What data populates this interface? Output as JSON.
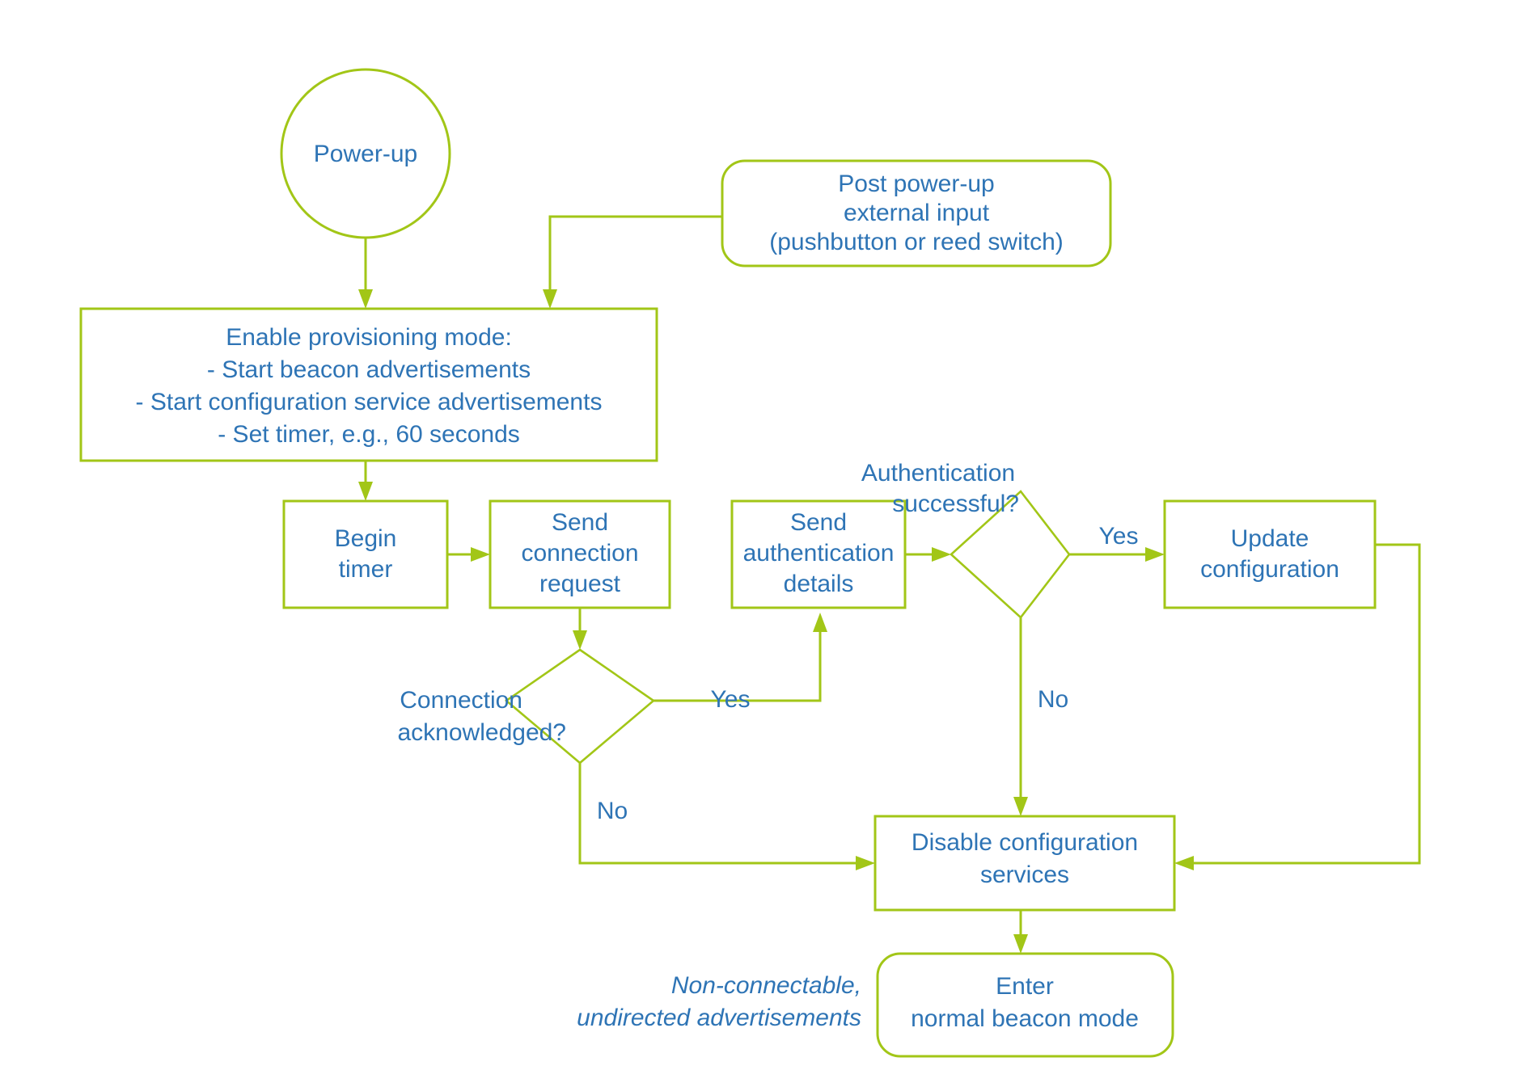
{
  "diagram": {
    "title": "Beacon provisioning flow",
    "colors": {
      "stroke": "#A2C617",
      "text": "#2E74B5",
      "background": "#FFFFFF"
    },
    "nodes": {
      "power_up": {
        "shape": "circle",
        "lines": [
          "Power-up"
        ]
      },
      "post_power_up": {
        "shape": "rounded-rect",
        "lines": [
          "Post power-up",
          "external input",
          "(pushbutton or reed switch)"
        ]
      },
      "enable_provisioning": {
        "shape": "rect",
        "lines": [
          "Enable provisioning mode:",
          "- Start beacon advertisements",
          "- Start configuration service advertisements",
          "- Set timer, e.g., 60 seconds"
        ]
      },
      "begin_timer": {
        "shape": "rect",
        "lines": [
          "Begin",
          "timer"
        ]
      },
      "send_connection_request": {
        "shape": "rect",
        "lines": [
          "Send",
          "connection",
          "request"
        ]
      },
      "connection_acknowledged": {
        "shape": "diamond",
        "lines": [
          "Connection",
          "acknowledged?"
        ]
      },
      "send_authentication_details": {
        "shape": "rect",
        "lines": [
          "Send",
          "authentication",
          "details"
        ]
      },
      "authentication_successful": {
        "shape": "diamond",
        "lines": [
          "Authentication",
          "successful?"
        ]
      },
      "update_configuration": {
        "shape": "rect",
        "lines": [
          "Update",
          "configuration"
        ]
      },
      "disable_configuration_services": {
        "shape": "rect",
        "lines": [
          "Disable configuration",
          "services"
        ]
      },
      "enter_normal_beacon_mode": {
        "shape": "rounded-rect",
        "lines": [
          "Enter",
          "normal beacon mode"
        ]
      }
    },
    "annotations": {
      "non_connectable_note": {
        "lines": [
          "Non-connectable,",
          "undirected advertisements"
        ],
        "style": "italic"
      }
    },
    "edge_labels": {
      "connection_yes": "Yes",
      "connection_no": "No",
      "auth_yes": "Yes",
      "auth_no": "No"
    }
  },
  "chart_data": {
    "type": "flowchart",
    "title": "Beacon provisioning flow",
    "nodes": [
      {
        "id": "power_up",
        "label": "Power-up",
        "shape": "circle"
      },
      {
        "id": "post_power_up",
        "label": "Post power-up external input (pushbutton or reed switch)",
        "shape": "rounded-rect"
      },
      {
        "id": "enable_provisioning",
        "label": "Enable provisioning mode: - Start beacon advertisements - Start configuration service advertisements - Set timer, e.g., 60 seconds",
        "shape": "rect"
      },
      {
        "id": "begin_timer",
        "label": "Begin timer",
        "shape": "rect"
      },
      {
        "id": "send_connection_request",
        "label": "Send connection request",
        "shape": "rect"
      },
      {
        "id": "connection_acknowledged",
        "label": "Connection acknowledged?",
        "shape": "diamond"
      },
      {
        "id": "send_authentication_details",
        "label": "Send authentication details",
        "shape": "rect"
      },
      {
        "id": "authentication_successful",
        "label": "Authentication successful?",
        "shape": "diamond"
      },
      {
        "id": "update_configuration",
        "label": "Update configuration",
        "shape": "rect"
      },
      {
        "id": "disable_configuration_services",
        "label": "Disable configuration services",
        "shape": "rect"
      },
      {
        "id": "enter_normal_beacon_mode",
        "label": "Enter normal beacon mode",
        "shape": "rounded-rect"
      }
    ],
    "edges": [
      {
        "from": "power_up",
        "to": "enable_provisioning",
        "label": ""
      },
      {
        "from": "post_power_up",
        "to": "enable_provisioning",
        "label": ""
      },
      {
        "from": "enable_provisioning",
        "to": "begin_timer",
        "label": ""
      },
      {
        "from": "begin_timer",
        "to": "send_connection_request",
        "label": ""
      },
      {
        "from": "send_connection_request",
        "to": "connection_acknowledged",
        "label": ""
      },
      {
        "from": "connection_acknowledged",
        "to": "send_authentication_details",
        "label": "Yes"
      },
      {
        "from": "connection_acknowledged",
        "to": "disable_configuration_services",
        "label": "No"
      },
      {
        "from": "send_authentication_details",
        "to": "authentication_successful",
        "label": ""
      },
      {
        "from": "authentication_successful",
        "to": "update_configuration",
        "label": "Yes"
      },
      {
        "from": "authentication_successful",
        "to": "disable_configuration_services",
        "label": "No"
      },
      {
        "from": "update_configuration",
        "to": "disable_configuration_services",
        "label": ""
      },
      {
        "from": "disable_configuration_services",
        "to": "enter_normal_beacon_mode",
        "label": ""
      }
    ]
  }
}
